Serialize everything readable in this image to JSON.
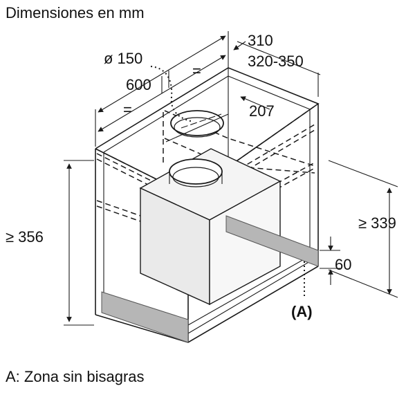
{
  "title": "Dimensiones en mm",
  "caption": "A: Zona sin bisagras",
  "dimensions": {
    "diameter": "ø 150",
    "width": "600",
    "equal_left": "=",
    "equal_right": "=",
    "depth_min": "310",
    "depth_range": "320-350",
    "offset": "207",
    "height_left": "≥ 356",
    "height_right": "≥ 339",
    "strip": "60",
    "zone_label": "(A)"
  }
}
